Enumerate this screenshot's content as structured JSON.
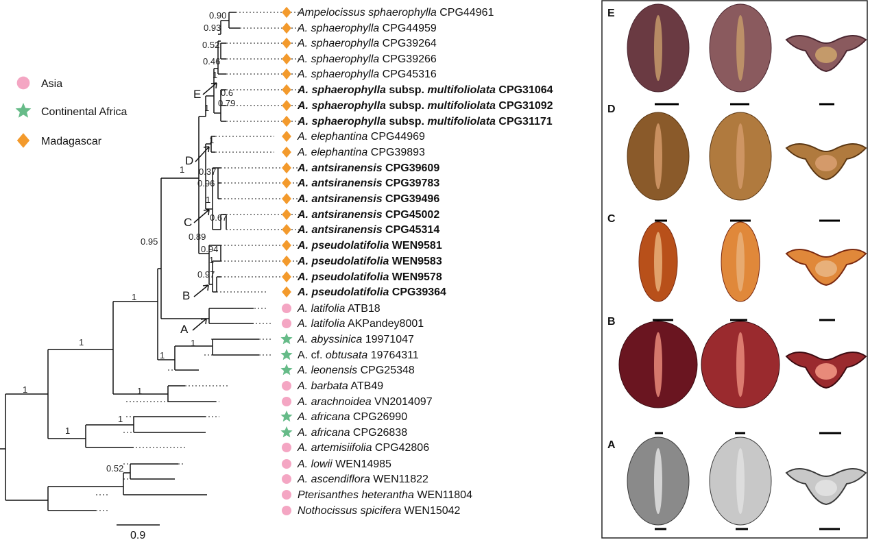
{
  "legend": {
    "items": [
      {
        "label": "Asia",
        "shape": "circle",
        "color": "#f4a6c3"
      },
      {
        "label": "Continental Africa",
        "shape": "star",
        "color": "#66bb88"
      },
      {
        "label": "Madagascar",
        "shape": "diamond",
        "color": "#f39a2c"
      }
    ]
  },
  "colors": {
    "asia": "#f4a6c3",
    "africa": "#66bb88",
    "madagascar": "#f39a2c",
    "branch": "#111111"
  },
  "scale_bar": {
    "label": "0.9"
  },
  "tips": [
    {
      "pre": "",
      "ital": "Ampelocissus sphaerophylla",
      "mid": "",
      "ital2": "",
      "post": " CPG44961",
      "bold": false,
      "region": "madagascar"
    },
    {
      "pre": "",
      "ital": "A. sphaerophylla",
      "mid": "",
      "ital2": "",
      "post": " CPG44959",
      "bold": false,
      "region": "madagascar"
    },
    {
      "pre": "",
      "ital": "A. sphaerophylla",
      "mid": "",
      "ital2": "",
      "post": " CPG39264",
      "bold": false,
      "region": "madagascar"
    },
    {
      "pre": "",
      "ital": "A. sphaerophylla",
      "mid": "",
      "ital2": "",
      "post": " CPG39266",
      "bold": false,
      "region": "madagascar"
    },
    {
      "pre": "",
      "ital": "A. sphaerophylla",
      "mid": "",
      "ital2": "",
      "post": " CPG45316",
      "bold": false,
      "region": "madagascar"
    },
    {
      "pre": "",
      "ital": "A. sphaerophylla",
      "mid": " subsp. ",
      "ital2": "multifoliolata",
      "post": " CPG31064",
      "bold": true,
      "region": "madagascar"
    },
    {
      "pre": "",
      "ital": "A. sphaerophylla",
      "mid": " subsp. ",
      "ital2": "multifoliolata",
      "post": " CPG31092",
      "bold": true,
      "region": "madagascar"
    },
    {
      "pre": "",
      "ital": "A. sphaerophylla",
      "mid": " subsp. ",
      "ital2": "multifoliolata",
      "post": " CPG31171",
      "bold": true,
      "region": "madagascar"
    },
    {
      "pre": "",
      "ital": "A. elephantina",
      "mid": "",
      "ital2": "",
      "post": " CPG44969",
      "bold": false,
      "region": "madagascar"
    },
    {
      "pre": "",
      "ital": "A. elephantina",
      "mid": "",
      "ital2": "",
      "post": " CPG39893",
      "bold": false,
      "region": "madagascar"
    },
    {
      "pre": "",
      "ital": "A. antsiranensis",
      "mid": "",
      "ital2": "",
      "post": " CPG39609",
      "bold": true,
      "region": "madagascar"
    },
    {
      "pre": "",
      "ital": "A. antsiranensis",
      "mid": "",
      "ital2": "",
      "post": " CPG39783",
      "bold": true,
      "region": "madagascar"
    },
    {
      "pre": "",
      "ital": "A. antsiranensis",
      "mid": "",
      "ital2": "",
      "post": " CPG39496",
      "bold": true,
      "region": "madagascar"
    },
    {
      "pre": "",
      "ital": "A. antsiranensis",
      "mid": "",
      "ital2": "",
      "post": " CPG45002",
      "bold": true,
      "region": "madagascar"
    },
    {
      "pre": "",
      "ital": "A. antsiranensis",
      "mid": "",
      "ital2": "",
      "post": " CPG45314",
      "bold": true,
      "region": "madagascar"
    },
    {
      "pre": "",
      "ital": "A. pseudolatifolia",
      "mid": "",
      "ital2": "",
      "post": " WEN9581",
      "bold": true,
      "region": "madagascar"
    },
    {
      "pre": "",
      "ital": "A. pseudolatifolia",
      "mid": "",
      "ital2": "",
      "post": " WEN9583",
      "bold": true,
      "region": "madagascar"
    },
    {
      "pre": "",
      "ital": "A. pseudolatifolia",
      "mid": "",
      "ital2": "",
      "post": " WEN9578",
      "bold": true,
      "region": "madagascar"
    },
    {
      "pre": "",
      "ital": "A. pseudolatifolia",
      "mid": "",
      "ital2": "",
      "post": " CPG39364",
      "bold": true,
      "region": "madagascar"
    },
    {
      "pre": "",
      "ital": "A. latifolia",
      "mid": "",
      "ital2": "",
      "post": " ATB18",
      "bold": false,
      "region": "asia"
    },
    {
      "pre": "",
      "ital": "A. latifolia",
      "mid": "",
      "ital2": "",
      "post": " AKPandey8001",
      "bold": false,
      "region": "asia"
    },
    {
      "pre": "",
      "ital": "A. abyssinica",
      "mid": "",
      "ital2": "",
      "post": " 19971047",
      "bold": false,
      "region": "africa"
    },
    {
      "pre": "A. cf. ",
      "ital": "obtusata",
      "mid": "",
      "ital2": "",
      "post": " 19764311",
      "bold": false,
      "region": "africa"
    },
    {
      "pre": "",
      "ital": "A. leonensis",
      "mid": "",
      "ital2": "",
      "post": " CPG25348",
      "bold": false,
      "region": "africa"
    },
    {
      "pre": "",
      "ital": "A. barbata",
      "mid": "",
      "ital2": "",
      "post": " ATB49",
      "bold": false,
      "region": "asia"
    },
    {
      "pre": "",
      "ital": "A. arachnoidea",
      "mid": "",
      "ital2": "",
      "post": " VN2014097",
      "bold": false,
      "region": "asia"
    },
    {
      "pre": "",
      "ital": "A. africana",
      "mid": "",
      "ital2": "",
      "post": " CPG26990",
      "bold": false,
      "region": "africa"
    },
    {
      "pre": "",
      "ital": "A. africana",
      "mid": "",
      "ital2": "",
      "post": " CPG26838",
      "bold": false,
      "region": "africa"
    },
    {
      "pre": "",
      "ital": "A. artemisiifolia",
      "mid": "",
      "ital2": "",
      "post": " CPG42806",
      "bold": false,
      "region": "asia"
    },
    {
      "pre": "",
      "ital": "A. lowii",
      "mid": "",
      "ital2": "",
      "post": " WEN14985",
      "bold": false,
      "region": "asia"
    },
    {
      "pre": "",
      "ital": "A. ascendiflora",
      "mid": "",
      "ital2": "",
      "post": " WEN11822",
      "bold": false,
      "region": "asia"
    },
    {
      "pre": "",
      "ital": "Pterisanthes heterantha",
      "mid": "",
      "ital2": "",
      "post": " WEN11804",
      "bold": false,
      "region": "asia"
    },
    {
      "pre": "",
      "ital": "Nothocissus spicifera",
      "mid": "",
      "ital2": "",
      "post": " WEN15042",
      "bold": false,
      "region": "asia"
    }
  ],
  "support_values": [
    "0.90",
    "0.93",
    "0.52",
    "0.46",
    "1",
    "0.6",
    "0.79",
    "1",
    "1",
    "1",
    "0.37",
    "0.96",
    "1",
    "0.67",
    "0.89",
    "0.94",
    "1",
    "0.97",
    "0.95",
    "1",
    "1",
    "1",
    "1",
    "1",
    "1",
    "1",
    "0.52",
    "1"
  ],
  "clade_markers": [
    "E",
    "D",
    "C",
    "B",
    "A"
  ],
  "seed_panels": [
    {
      "letter": "E",
      "palette": [
        "#6a3a42",
        "#8a5a5e",
        "#4a2630",
        "#c49a6a"
      ]
    },
    {
      "letter": "D",
      "palette": [
        "#8a5a2a",
        "#b07a3e",
        "#5a3612",
        "#d49a6a"
      ]
    },
    {
      "letter": "C",
      "palette": [
        "#b8501a",
        "#e0883a",
        "#7a2a10",
        "#e8b07a"
      ]
    },
    {
      "letter": "B",
      "palette": [
        "#6a1520",
        "#9a2a2e",
        "#3a0a10",
        "#e88a7a"
      ]
    },
    {
      "letter": "A",
      "palette": [
        "#8a8a8a",
        "#c8c8c8",
        "#3a3a3a",
        "#e0e0e0"
      ]
    }
  ]
}
